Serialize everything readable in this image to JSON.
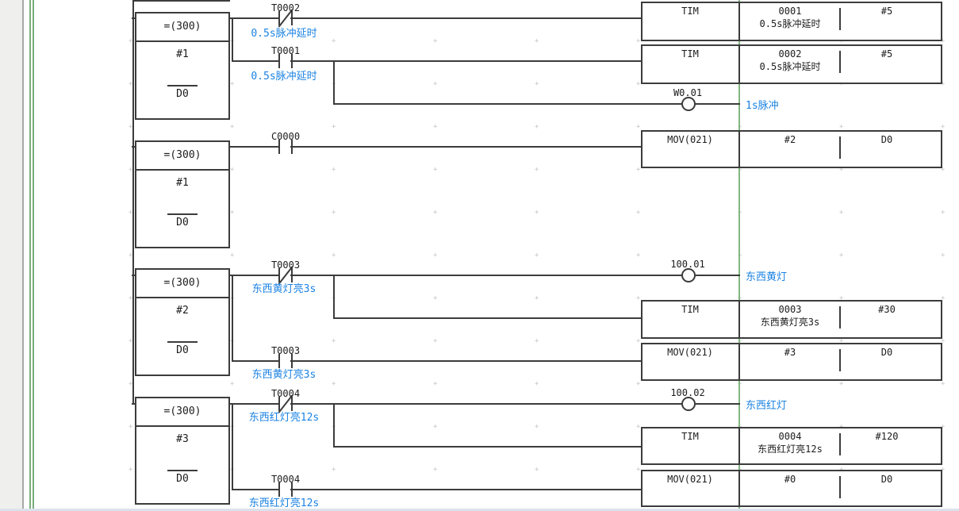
{
  "ladder": {
    "comparison_blocks": [
      {
        "instruction": "=(300)",
        "operand1": "#1",
        "operand2": "D0"
      },
      {
        "instruction": "=(300)",
        "operand1": "#1",
        "operand2": "D0"
      },
      {
        "instruction": "=(300)",
        "operand1": "#2",
        "operand2": "D0"
      },
      {
        "instruction": "=(300)",
        "operand1": "#3",
        "operand2": "D0"
      }
    ],
    "contacts": [
      {
        "label": "T0002",
        "type": "normally-closed",
        "comment": "0.5s脉冲延时"
      },
      {
        "label": "T0001",
        "type": "normally-open",
        "comment": "0.5s脉冲延时"
      },
      {
        "label": "C0000",
        "type": "normally-open",
        "comment": ""
      },
      {
        "label": "T0003",
        "type": "normally-closed",
        "comment": "东西黄灯亮3s"
      },
      {
        "label": "T0003",
        "type": "normally-open",
        "comment": "东西黄灯亮3s"
      },
      {
        "label": "T0004",
        "type": "normally-closed",
        "comment": "东西红灯亮12s"
      },
      {
        "label": "T0004",
        "type": "normally-open",
        "comment": "东西红灯亮12s"
      }
    ],
    "coils": [
      {
        "label": "W0.01",
        "comment": "1s脉冲"
      },
      {
        "label": "100.01",
        "comment": "东西黄灯"
      },
      {
        "label": "100.02",
        "comment": "东西红灯"
      }
    ],
    "instruction_blocks": [
      {
        "name": "TIM",
        "operand1": "0001",
        "operand1_comment": "0.5s脉冲延时",
        "operand2": "#5"
      },
      {
        "name": "TIM",
        "operand1": "0002",
        "operand1_comment": "0.5s脉冲延时",
        "operand2": "#5"
      },
      {
        "name": "MOV(021)",
        "operand1": "#2",
        "operand1_comment": "",
        "operand2": "D0"
      },
      {
        "name": "TIM",
        "operand1": "0003",
        "operand1_comment": "东西黄灯亮3s",
        "operand2": "#30"
      },
      {
        "name": "MOV(021)",
        "operand1": "#3",
        "operand1_comment": "",
        "operand2": "D0"
      },
      {
        "name": "TIM",
        "operand1": "0004",
        "operand1_comment": "东西红灯亮12s",
        "operand2": "#120"
      },
      {
        "name": "MOV(021)",
        "operand1": "#0",
        "operand1_comment": "",
        "operand2": "D0"
      }
    ],
    "colors": {
      "bus_green": "#79ae79",
      "wire": "#3c3c3c",
      "comment_blue": "#1a82e2",
      "margin_gray": "#efefee"
    }
  }
}
